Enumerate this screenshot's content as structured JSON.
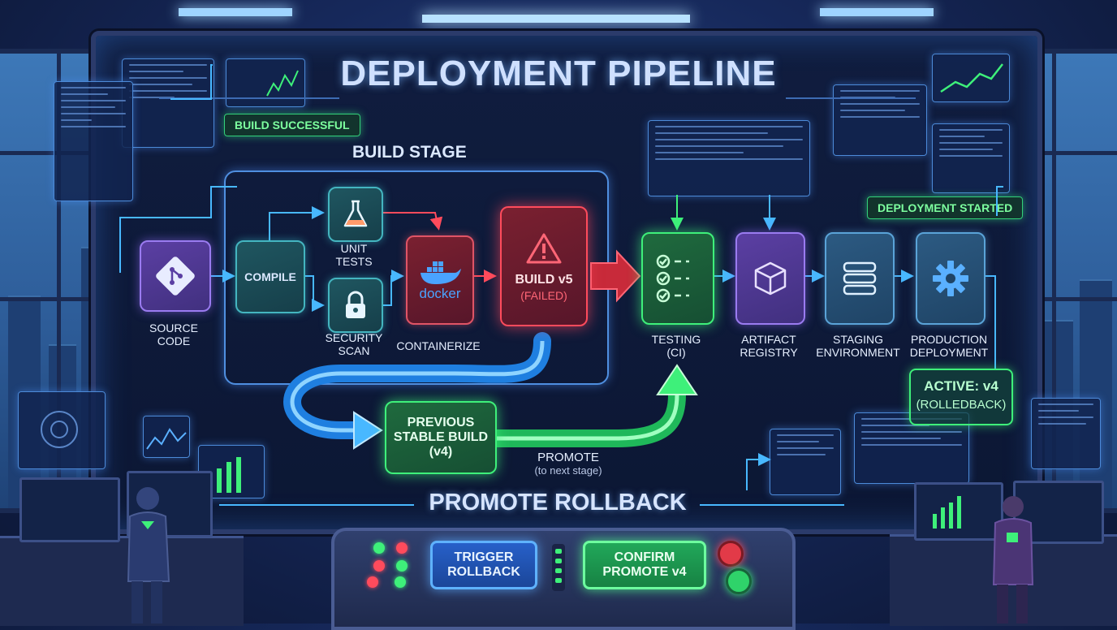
{
  "title": "DEPLOYMENT PIPELINE",
  "badges": {
    "build_successful": "BUILD SUCCESSFUL",
    "deployment_started": "DEPLOYMENT STARTED"
  },
  "build_stage": {
    "label": "BUILD STAGE",
    "source_code": {
      "line1": "SOURCE",
      "line2": "CODE",
      "icon": "git-icon"
    },
    "compile": "COMPILE",
    "unit_tests": {
      "line1": "UNIT",
      "line2": "TESTS",
      "icon": "flask-icon"
    },
    "security_scan": {
      "line1": "SECURITY",
      "line2": "SCAN",
      "icon": "lock-icon"
    },
    "containerize": {
      "label": "CONTAINERIZE",
      "logo_text": "docker"
    },
    "failed_build": {
      "line1": "BUILD v5",
      "line2": "(FAILED)",
      "icon": "warning-icon"
    }
  },
  "pipeline": {
    "testing": {
      "line1": "TESTING",
      "line2": "(CI)",
      "icon": "checklist-icon"
    },
    "artifact": {
      "line1": "ARTIFACT",
      "line2": "REGISTRY",
      "icon": "cube-icon"
    },
    "staging": {
      "line1": "STAGING",
      "line2": "ENVIRONMENT",
      "icon": "server-icon"
    },
    "production": {
      "line1": "PRODUCTION",
      "line2": "DEPLOYMENT",
      "icon": "gear-icon"
    }
  },
  "rollback": {
    "previous_build": {
      "line1": "PREVIOUS",
      "line2": "STABLE BUILD",
      "line3": "(v4)"
    },
    "promote": "PROMOTE",
    "promote_sub": "(to next stage)",
    "section_title": "PROMOTE ROLLBACK",
    "active": {
      "line1": "ACTIVE: v4",
      "line2": "(ROLLEDBACK)"
    }
  },
  "controls": {
    "trigger_rollback": {
      "line1": "TRIGGER",
      "line2": "ROLLBACK"
    },
    "confirm_promote": {
      "line1": "CONFIRM",
      "line2": "PROMOTE v4"
    }
  },
  "colors": {
    "failure": "#ff4b5c",
    "success": "#3ef07a",
    "flow": "#48b8ff"
  }
}
